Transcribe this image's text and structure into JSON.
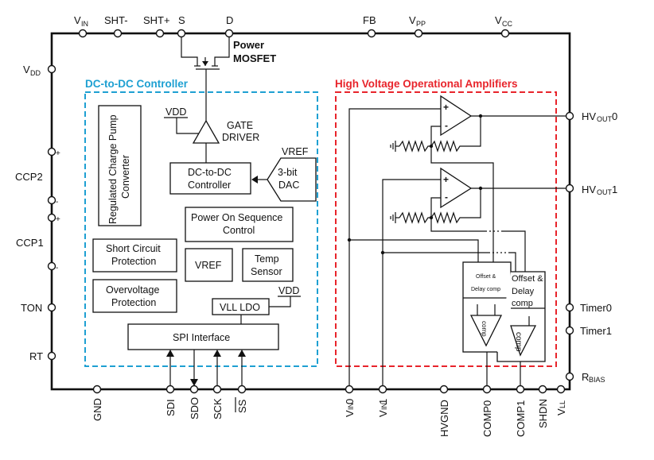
{
  "diagram": {
    "type": "block-diagram",
    "colors": {
      "outline": "#111111",
      "dc_controller_accent": "#1ea0d2",
      "hv_amplifier_accent": "#e8242b"
    },
    "top_pins": [
      {
        "name": "V",
        "sub": "IN"
      },
      {
        "name": "SHT-",
        "sub": ""
      },
      {
        "name": "SHT+",
        "sub": ""
      },
      {
        "name": "S",
        "sub": ""
      },
      {
        "name": "D",
        "sub": ""
      },
      {
        "name": "FB",
        "sub": ""
      },
      {
        "name": "V",
        "sub": "PP"
      },
      {
        "name": "V",
        "sub": "CC"
      }
    ],
    "left_pins": [
      {
        "name": "V",
        "sub": "DD"
      },
      {
        "name": "CCP2",
        "plus": "+",
        "minus": "-"
      },
      {
        "name": "CCP1",
        "plus": "+",
        "minus": "-"
      },
      {
        "name": "TON"
      },
      {
        "name": "RT"
      }
    ],
    "right_pins": [
      {
        "name": "HV",
        "sub": "OUT",
        "suffix": "0"
      },
      {
        "name": "HV",
        "sub": "OUT",
        "suffix": "1"
      },
      {
        "name": "Timer0"
      },
      {
        "name": "Timer1"
      },
      {
        "name": "R",
        "sub": "BIAS"
      }
    ],
    "bottom_pins": [
      {
        "name": "GND"
      },
      {
        "name": "SDI"
      },
      {
        "name": "SDO"
      },
      {
        "name": "SCK"
      },
      {
        "name": "SS",
        "overline": true
      },
      {
        "name": "V",
        "sub": "IN",
        "suffix": "0"
      },
      {
        "name": "V",
        "sub": "IN",
        "suffix": "1"
      },
      {
        "name": "HVGND"
      },
      {
        "name": "COMP0"
      },
      {
        "name": "COMP1"
      },
      {
        "name": "SHDN"
      },
      {
        "name": "V",
        "sub": "LL"
      }
    ],
    "mosfet": {
      "line1": "Power",
      "line2": "MOSFET"
    },
    "dc_section": {
      "title": "DC-to-DC Controller",
      "charge_pump": "Regulated Charge Pump Converter",
      "charge_pump_line1": "Regulated Charge Pump",
      "charge_pump_line2": "Converter",
      "gate_driver_line1": "GATE",
      "gate_driver_line2": "DRIVER",
      "vdd_gate": "VDD",
      "dcdc_line1": "DC-to-DC",
      "dcdc_line2": "Controller",
      "vref_dac": "VREF",
      "dac_line1": "3-bit",
      "dac_line2": "DAC",
      "posc_line1": "Power On Sequence",
      "posc_line2": "Control",
      "scp_line1": "Short Circuit",
      "scp_line2": "Protection",
      "ovp_line1": "Overvoltage",
      "ovp_line2": "Protection",
      "vref": "VREF",
      "temp_line1": "Temp",
      "temp_line2": "Sensor",
      "vll_ldo": "VLL LDO",
      "vdd_ldo": "VDD",
      "spi": "SPI Interface"
    },
    "hv_section": {
      "title": "High Voltage Operational Amplifiers",
      "opamp_plus": "+",
      "opamp_minus": "-",
      "comp0_block_line1": "Offset &",
      "comp0_block_line2": "Delay comp",
      "comp1_block_line1": "Offset &",
      "comp1_block_line2": "Delay",
      "comp1_block_line3": "comp",
      "comp_label": "comp"
    }
  }
}
